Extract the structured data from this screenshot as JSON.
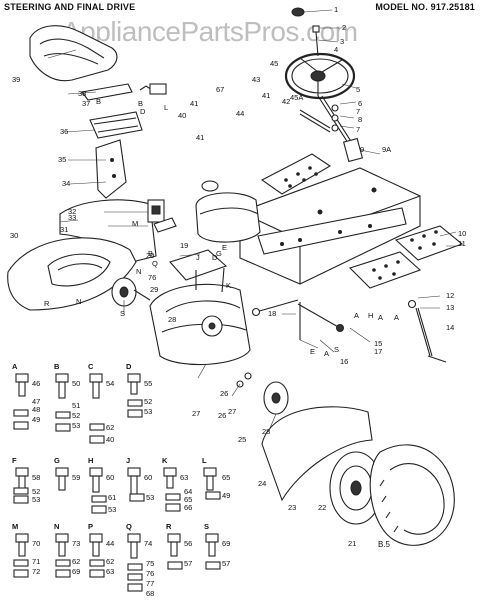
{
  "header": {
    "title": "STEERING AND FINAL DRIVE",
    "model": "MODEL NO. 917.25181"
  },
  "watermark": "AppliancePartsPros.com",
  "page_code": "B.5",
  "callouts": [
    "1",
    "2",
    "3",
    "4",
    "5",
    "6",
    "7",
    "8",
    "7",
    "9",
    "9A",
    "10",
    "11",
    "12",
    "13",
    "14",
    "15",
    "16",
    "17",
    "18",
    "19",
    "20",
    "21",
    "22",
    "23",
    "24",
    "25",
    "26",
    "27",
    "28",
    "26",
    "27",
    "28",
    "29",
    "30",
    "31",
    "32",
    "33",
    "34",
    "35",
    "36",
    "37",
    "38",
    "39",
    "40",
    "41",
    "41",
    "41",
    "42",
    "43",
    "44",
    "45",
    "45A",
    "67",
    "76",
    "K",
    "L",
    "M",
    "N",
    "N",
    "R",
    "S",
    "Q",
    "S",
    "B",
    "B",
    "B",
    "D",
    "D",
    "E",
    "E",
    "A",
    "A",
    "A",
    "A",
    "H",
    "J",
    "G"
  ],
  "fastener_groups": [
    {
      "key": "A",
      "parts": [
        "46",
        "47",
        "48",
        "49"
      ]
    },
    {
      "key": "B",
      "parts": [
        "50",
        "51",
        "52",
        "53"
      ]
    },
    {
      "key": "C",
      "parts": [
        "54",
        "62",
        "40"
      ]
    },
    {
      "key": "D",
      "parts": [
        "55",
        "52",
        "53"
      ]
    },
    {
      "key": "F",
      "parts": [
        "58",
        "52",
        "53"
      ]
    },
    {
      "key": "G",
      "parts": [
        "59"
      ]
    },
    {
      "key": "H",
      "parts": [
        "60",
        "61",
        "53"
      ]
    },
    {
      "key": "J",
      "parts": [
        "60",
        "53"
      ]
    },
    {
      "key": "K",
      "parts": [
        "63",
        "64",
        "65",
        "66"
      ]
    },
    {
      "key": "L",
      "parts": [
        "65",
        "49"
      ]
    },
    {
      "key": "M",
      "parts": [
        "70",
        "71",
        "72"
      ]
    },
    {
      "key": "N",
      "parts": [
        "73",
        "62",
        "69"
      ]
    },
    {
      "key": "P",
      "parts": [
        "44",
        "62",
        "63"
      ]
    },
    {
      "key": "Q",
      "parts": [
        "74",
        "75",
        "76",
        "77",
        "68"
      ]
    },
    {
      "key": "R",
      "parts": [
        "56",
        "57"
      ]
    },
    {
      "key": "S",
      "parts": [
        "69",
        "57"
      ]
    }
  ]
}
